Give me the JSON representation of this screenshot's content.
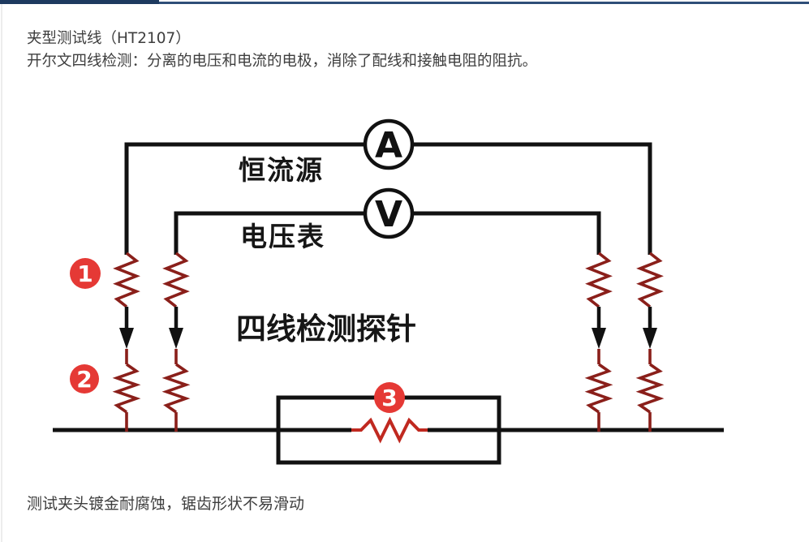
{
  "page": {
    "title": "夹型测试线（HT2107）",
    "subtitle": "开尔文四线检测：分离的电压和电流的电极，消除了配线和接触电阻的阻抗。",
    "footnote": "测试夹头镀金耐腐蚀，锯齿形状不易滑动"
  },
  "diagram": {
    "ammeter_symbol": "A",
    "voltmeter_symbol": "V",
    "ammeter_label": "恒流源",
    "voltmeter_label": "电压表",
    "center_label": "四线检测探针",
    "markers": {
      "one": "1",
      "two": "2",
      "three": "3"
    }
  },
  "colors": {
    "marker_red": "#e53935",
    "resistor_red": "#8a1f1a",
    "shunt_red": "#c02920",
    "wire_black": "#111111",
    "topbar_dark": "#1e3a5f",
    "topbar_light": "#2e4e78",
    "text_dark": "#3e3e3e"
  }
}
